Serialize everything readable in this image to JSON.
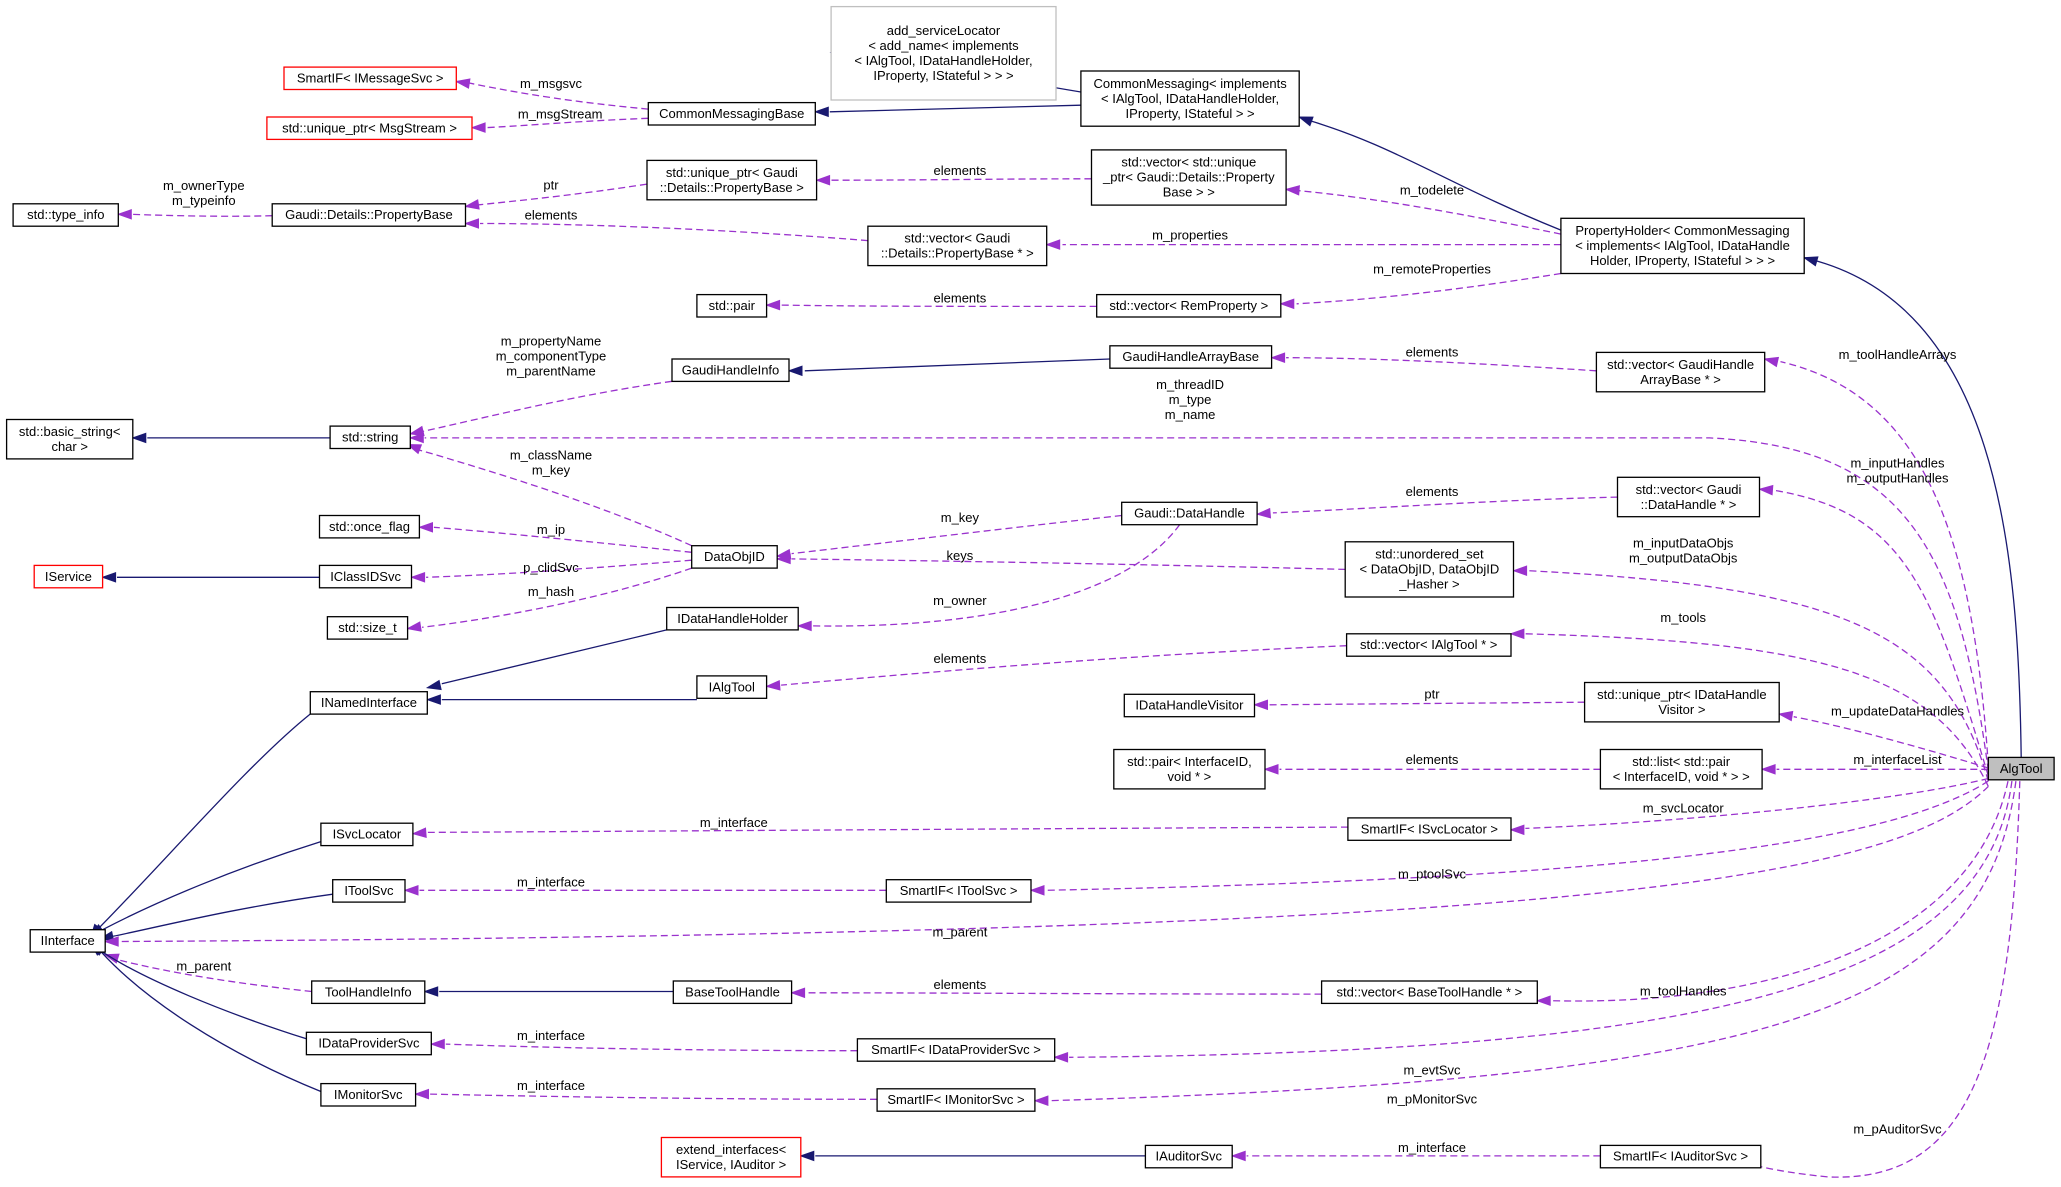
{
  "nodes": {
    "addSvcLoc": {
      "lines": [
        "add_serviceLocator",
        "< add_name< implements",
        "< IAlgTool, IDataHandleHolder,",
        "IProperty, IStateful > > >"
      ]
    },
    "smartMsg": {
      "lines": [
        "SmartIF< IMessageSvc >"
      ]
    },
    "uptrMsg": {
      "lines": [
        "std::unique_ptr< MsgStream >"
      ]
    },
    "cmBase": {
      "lines": [
        "CommonMessagingBase"
      ]
    },
    "cmImpl": {
      "lines": [
        "CommonMessaging< implements",
        "< IAlgTool, IDataHandleHolder,",
        "IProperty, IStateful > >"
      ]
    },
    "typeInfo": {
      "lines": [
        "std::type_info"
      ]
    },
    "propBase": {
      "lines": [
        "Gaudi::Details::PropertyBase"
      ]
    },
    "uptrProp": {
      "lines": [
        "std::unique_ptr< Gaudi",
        "::Details::PropertyBase >"
      ]
    },
    "vecUptr": {
      "lines": [
        "std::vector< std::unique",
        "_ptr< Gaudi::Details::Property",
        "Base > >"
      ]
    },
    "vecPropPtr": {
      "lines": [
        "std::vector< Gaudi",
        "::Details::PropertyBase * >"
      ]
    },
    "propHolder": {
      "lines": [
        "PropertyHolder< CommonMessaging",
        "< implements< IAlgTool, IDataHandle",
        "Holder, IProperty, IStateful > > >"
      ]
    },
    "stdPair": {
      "lines": [
        "std::pair"
      ]
    },
    "vecRem": {
      "lines": [
        "std::vector< RemProperty >"
      ]
    },
    "ghInfo": {
      "lines": [
        "GaudiHandleInfo"
      ]
    },
    "ghArrBase": {
      "lines": [
        "GaudiHandleArrayBase"
      ]
    },
    "vecGhArr": {
      "lines": [
        "std::vector< GaudiHandle",
        "ArrayBase * >"
      ]
    },
    "basicString": {
      "lines": [
        "std::basic_string<",
        "char >"
      ]
    },
    "stdString": {
      "lines": [
        "std::string"
      ]
    },
    "onceFlag": {
      "lines": [
        "std::once_flag"
      ]
    },
    "dataObjID": {
      "lines": [
        "DataObjID"
      ]
    },
    "dataHandle": {
      "lines": [
        "Gaudi::DataHandle"
      ]
    },
    "vecDataHandle": {
      "lines": [
        "std::vector< Gaudi",
        "::DataHandle * >"
      ]
    },
    "iService": {
      "lines": [
        "IService"
      ]
    },
    "iClassIDSvc": {
      "lines": [
        "IClassIDSvc"
      ]
    },
    "unorderedSet": {
      "lines": [
        "std::unordered_set",
        "< DataObjID, DataObjID",
        "_Hasher >"
      ]
    },
    "sizeT": {
      "lines": [
        "std::size_t"
      ]
    },
    "iDHHolder": {
      "lines": [
        "IDataHandleHolder"
      ]
    },
    "vecIAlgTool": {
      "lines": [
        "std::vector< IAlgTool * >"
      ]
    },
    "iNamedIf": {
      "lines": [
        "INamedInterface"
      ]
    },
    "iAlgTool": {
      "lines": [
        "IAlgTool"
      ]
    },
    "iDHVisitor": {
      "lines": [
        "IDataHandleVisitor"
      ]
    },
    "uptrVisitor": {
      "lines": [
        "std::unique_ptr< IDataHandle",
        "Visitor >"
      ]
    },
    "pairIfId": {
      "lines": [
        "std::pair< InterfaceID,",
        "void * >"
      ]
    },
    "listPair": {
      "lines": [
        "std::list< std::pair",
        "< InterfaceID, void * > >"
      ]
    },
    "algTool": {
      "lines": [
        "AlgTool"
      ]
    },
    "iSvcLocator": {
      "lines": [
        "ISvcLocator"
      ]
    },
    "smartSvcLoc": {
      "lines": [
        "SmartIF< ISvcLocator >"
      ]
    },
    "iToolSvc": {
      "lines": [
        "IToolSvc"
      ]
    },
    "smartToolSvc": {
      "lines": [
        "SmartIF< IToolSvc >"
      ]
    },
    "iInterface": {
      "lines": [
        "IInterface"
      ]
    },
    "toolHandleInfo": {
      "lines": [
        "ToolHandleInfo"
      ]
    },
    "baseToolHandle": {
      "lines": [
        "BaseToolHandle"
      ]
    },
    "vecBTH": {
      "lines": [
        "std::vector< BaseToolHandle * >"
      ]
    },
    "iDataProv": {
      "lines": [
        "IDataProviderSvc"
      ]
    },
    "smartDataProv": {
      "lines": [
        "SmartIF< IDataProviderSvc >"
      ]
    },
    "iMonitor": {
      "lines": [
        "IMonitorSvc"
      ]
    },
    "smartMonitor": {
      "lines": [
        "SmartIF< IMonitorSvc >"
      ]
    },
    "extendIf": {
      "lines": [
        "extend_interfaces<",
        "IService, IAuditor >"
      ]
    },
    "iAuditorSvc": {
      "lines": [
        "IAuditorSvc"
      ]
    },
    "smartAuditor": {
      "lines": [
        "SmartIF< IAuditorSvc >"
      ]
    }
  },
  "edge_labels": {
    "m_msgsvc": [
      "m_msgsvc"
    ],
    "m_msgStream": [
      "m_msgStream"
    ],
    "ptr_prop": [
      "ptr"
    ],
    "elements_uptr": [
      "elements"
    ],
    "ownerType": [
      "m_ownerType",
      "m_typeinfo"
    ],
    "elements_propbase": [
      "elements"
    ],
    "m_todelete": [
      "m_todelete"
    ],
    "m_properties": [
      "m_properties"
    ],
    "elements_pair": [
      "elements"
    ],
    "m_remoteProperties": [
      "m_remoteProperties"
    ],
    "ghinfo_strings": [
      "m_propertyName",
      "m_componentType",
      "m_parentName"
    ],
    "elements_gharr": [
      "elements"
    ],
    "m_toolHandleArrays": [
      "m_toolHandleArrays"
    ],
    "algtool_strings": [
      "m_threadID",
      "m_type",
      "m_name"
    ],
    "dataobj_strings": [
      "m_className",
      "m_key"
    ],
    "m_ip": [
      "m_ip"
    ],
    "m_key_dh": [
      "m_key"
    ],
    "elements_dh": [
      "elements"
    ],
    "m_io_handles": [
      "m_inputHandles",
      "m_outputHandles"
    ],
    "p_clidSvc": [
      "p_clidSvc"
    ],
    "keys": [
      "keys"
    ],
    "m_io_objs": [
      "m_inputDataObjs",
      "m_outputDataObjs"
    ],
    "m_hash": [
      "m_hash"
    ],
    "m_owner": [
      "m_owner"
    ],
    "m_tools": [
      "m_tools"
    ],
    "elements_ialg": [
      "elements"
    ],
    "ptr_visitor": [
      "ptr"
    ],
    "m_updateDataHandles": [
      "m_updateDataHandles"
    ],
    "elements_ifpair": [
      "elements"
    ],
    "m_interfaceList": [
      "m_interfaceList"
    ],
    "m_interface_svcloc": [
      "m_interface"
    ],
    "m_svcLocator": [
      "m_svcLocator"
    ],
    "m_interface_toolsvc": [
      "m_interface"
    ],
    "m_ptoolSvc": [
      "m_ptoolSvc"
    ],
    "m_parent_algtool": [
      "m_parent"
    ],
    "m_parent_thinfo": [
      "m_parent"
    ],
    "elements_bth": [
      "elements"
    ],
    "m_toolHandles": [
      "m_toolHandles"
    ],
    "m_interface_dataprov": [
      "m_interface"
    ],
    "m_evtSvc": [
      "m_evtSvc"
    ],
    "m_interface_monitor": [
      "m_interface"
    ],
    "m_pMonitorSvc": [
      "m_pMonitorSvc"
    ],
    "m_interface_auditor": [
      "m_interface"
    ],
    "m_pAuditorSvc": [
      "m_pAuditorSvc"
    ]
  },
  "colors": {
    "inheritance_edge": "#191970",
    "usage_edge": "#9a32cd",
    "highlight_fill": "#bfbfbf",
    "missing_docs_border": "#ff0000",
    "truncated_border": "#bfbfbf"
  }
}
